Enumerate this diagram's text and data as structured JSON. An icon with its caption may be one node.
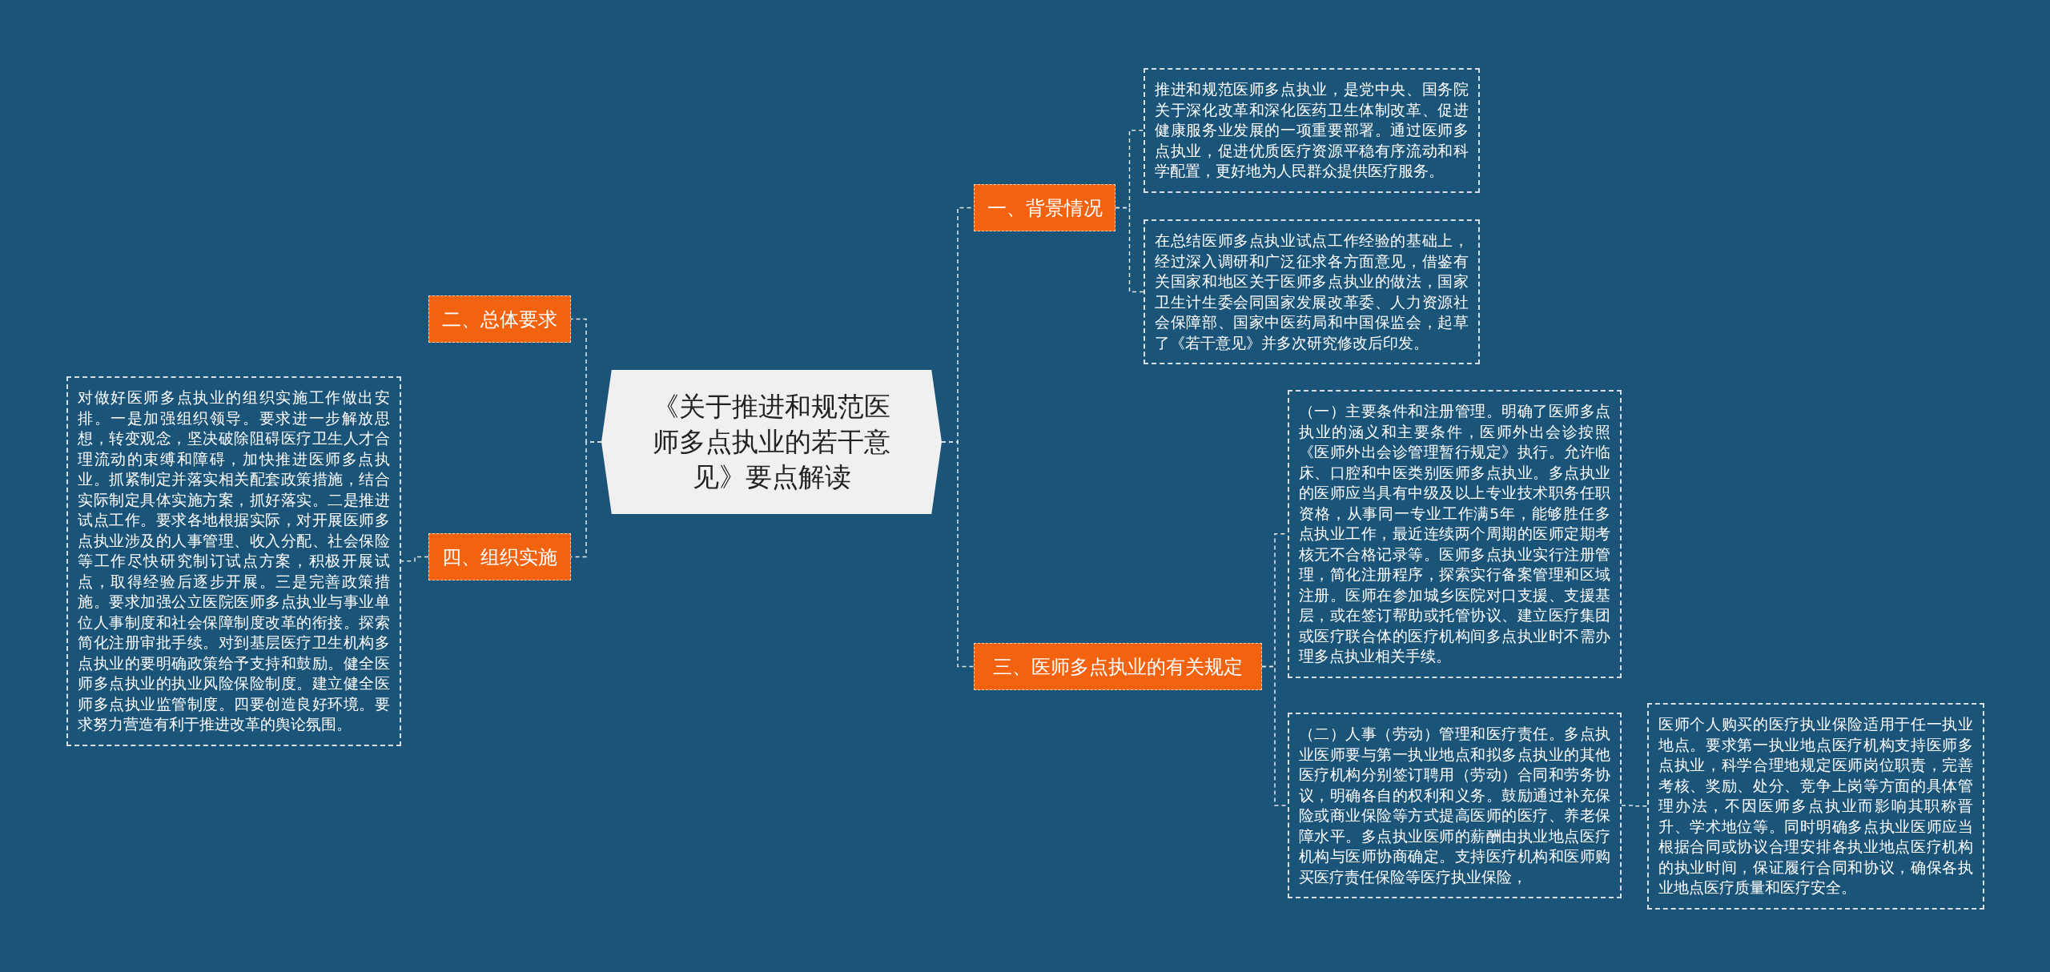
{
  "diagram": {
    "nodes": [
      {
        "text": [
          "《关于推进和规范医师多点执业的若干意见》要点解读"
        ]
      },
      {
        "text": [
          "一、背景情况"
        ]
      },
      {
        "text": [
          "推进和规范医师多点执业，是党中央、国务院关于深化改革和深化医药卫生体制改革、促进健康服务业发展的一项重要部署。通过医师多点执业，促进优质医疗资源平稳有序流动和科学配置，更好地为人民群众提供医疗服务。"
        ]
      },
      {
        "text": [
          "在总结医师多点执业试点工作经验的基础上，经过深入调研和广泛征求各方面意见，借鉴有关国家和地区关于医师多点执业的做法，国家卫生计生委会同国家发展改革委、人力资源社会保障部、国家中医药局和中国保监会，起草了《若干意见》并多次研究修改后印发。"
        ]
      },
      {
        "text": [
          "三、医师多点执业的有关规定"
        ]
      },
      {
        "text": [
          "（一）主要条件和注册管理。明确了医师多点执业的涵义和主要条件，医师外出会诊按照《医师外出会诊管理暂行规定》执行。允许临床、口腔和中医类别医师多点执业。多点执业的医师应当具有中级及以上专业技术职务任职资格，从事同一专业工作满5年，能够胜任多点执业工作，最近连续两个周期的医师定期考核无不合格记录等。医师多点执业实行注册管理，简化注册程序，探索实行备案管理和区域注册。医师在参加城乡医院对口支援、支援基层，或在签订帮助或托管协议、建立医疗集团或医疗联合体的医疗机构间多点执业时不需办理多点执业相关手续。"
        ]
      },
      {
        "text": [
          "（二）人事（劳动）管理和医疗责任。多点执业医师要与第一执业地点和拟多点执业的其他医疗机构分别签订聘用（劳动）合同和劳务协议，明确各自的权利和义务。鼓励通过补充保险或商业保险等方式提高医师的医疗、养老保障水平。多点执业医师的薪酬由执业地点医疗机构与医师协商确定。支持医疗机构和医师购买医疗责任保险等医疗执业保险，"
        ]
      },
      {
        "text": [
          "医师个人购买的医疗执业保险适用于任一执业地点。要求第一执业地点医疗机构支持医师多点执业，科学合理地规定医师岗位职责，完善考核、奖励、处分、竞争上岗等方面的具体管理办法，不因医师多点执业而影响其职称晋升、学术地位等。同时明确多点执业医师应当根据合同或协议合理安排各执业地点医疗机构的执业时间，保证履行合同和协议，确保各执业地点医疗质量和医疗安全。"
        ]
      },
      {
        "text": [
          "二、总体要求"
        ]
      },
      {
        "text": [
          "四、组织实施"
        ]
      },
      {
        "text": [
          "对做好医师多点执业的组织实施工作做出安排。一是加强组织领导。要求进一步解放思想，转变观念，坚决破除阻碍医疗卫生人才合理流动的束缚和障碍，加快推进医师多点执业。抓紧制定并落实相关配套政策措施，结合实际制定具体实施方案，抓好落实。二是推进试点工作。要求各地根据实际，对开展医师多点执业涉及的人事管理、收入分配、社会保险等工作尽快研究制订试点方案，积极开展试点，取得经验后逐步开展。三是完善政策措施。要求加强公立医院医师多点执业与事业单位人事制度和社会保障制度改革的衔接。探索简化注册审批手续。对到基层医疗卫生机构多点执业的要明确政策给予支持和鼓励。健全医师多点执业的执业风险保险制度。建立健全医师多点执业监管制度。四要创造良好环境。要求努力营造有利于推进改革的舆论氛围。"
        ]
      }
    ],
    "edges": [
      {
        "from": 0,
        "to": 1,
        "arrow": "none"
      },
      {
        "from": 1,
        "to": 2,
        "arrow": "none"
      },
      {
        "from": 1,
        "to": 3,
        "arrow": "none"
      },
      {
        "from": 0,
        "to": 4,
        "arrow": "none"
      },
      {
        "from": 4,
        "to": 5,
        "arrow": "none"
      },
      {
        "from": 4,
        "to": 6,
        "arrow": "none"
      },
      {
        "from": 6,
        "to": 7,
        "arrow": "none"
      },
      {
        "from": 0,
        "to": 8,
        "arrow": "none"
      },
      {
        "from": 0,
        "to": 9,
        "arrow": "none"
      },
      {
        "from": 9,
        "to": 10,
        "arrow": "none"
      }
    ]
  }
}
